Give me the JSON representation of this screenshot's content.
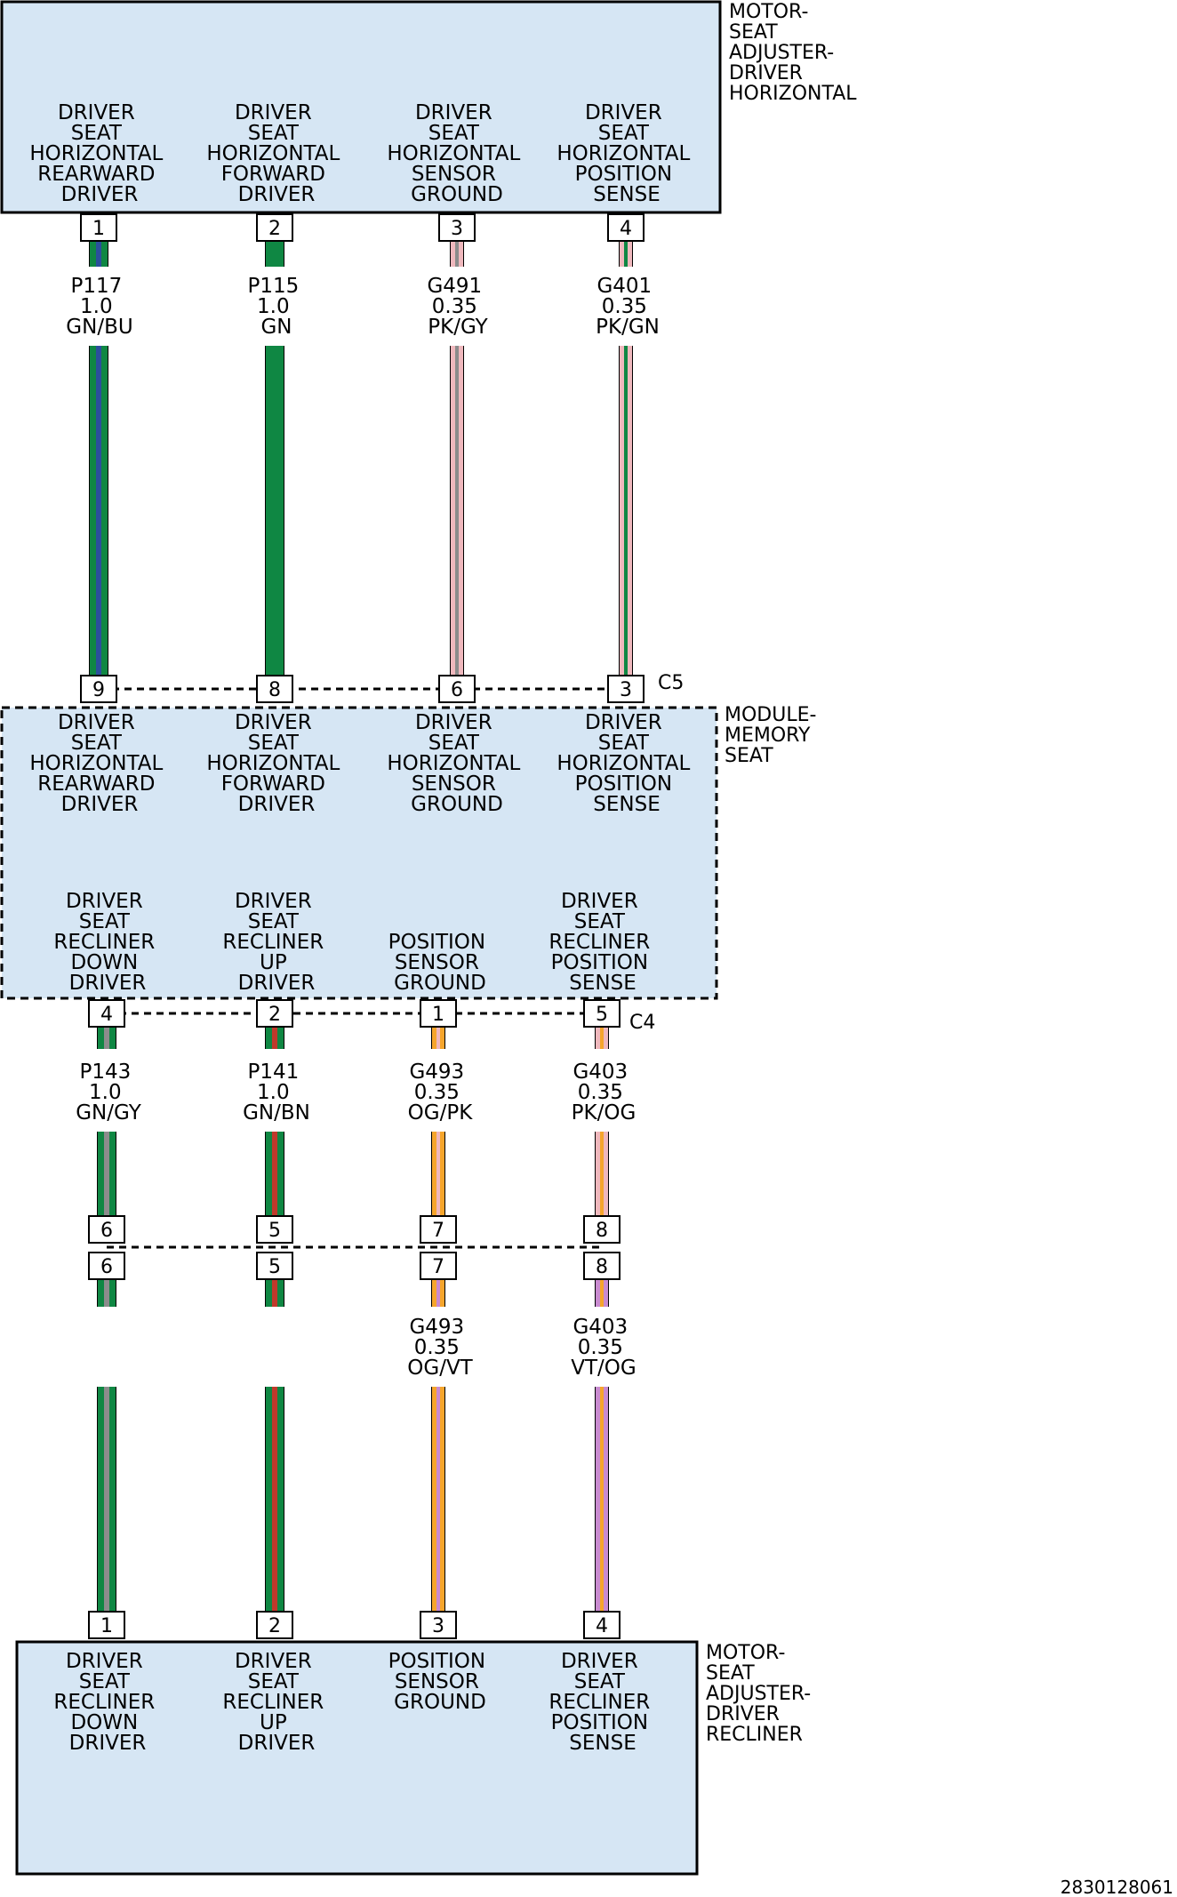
{
  "colors": {
    "module_fill": "#d6e6f4",
    "GN": "#0f8743",
    "BU": "#2b4f9c",
    "PK": "#efb8bd",
    "GY": "#8c8c8c",
    "OG": "#f6a52c",
    "BN": "#c0392b",
    "VT": "#c98bd0"
  },
  "components": {
    "horizontal_motor": {
      "name": [
        "MOTOR-",
        "SEAT",
        "ADJUSTER-",
        "DRIVER",
        "HORIZONTAL"
      ],
      "circuits": [
        [
          "DRIVER",
          "SEAT",
          "HORIZONTAL",
          "REARWARD",
          "DRIVER"
        ],
        [
          "DRIVER",
          "SEAT",
          "HORIZONTAL",
          "FORWARD",
          "DRIVER"
        ],
        [
          "DRIVER",
          "SEAT",
          "HORIZONTAL",
          "SENSOR",
          "GROUND"
        ],
        [
          "DRIVER",
          "SEAT",
          "HORIZONTAL",
          "POSITION",
          "SENSE"
        ]
      ],
      "pins": [
        "1",
        "2",
        "3",
        "4"
      ]
    },
    "memory_module": {
      "name": [
        "MODULE-",
        "MEMORY",
        "SEAT"
      ],
      "upper_circuits": [
        [
          "DRIVER",
          "SEAT",
          "HORIZONTAL",
          "REARWARD",
          "DRIVER"
        ],
        [
          "DRIVER",
          "SEAT",
          "HORIZONTAL",
          "FORWARD",
          "DRIVER"
        ],
        [
          "DRIVER",
          "SEAT",
          "HORIZONTAL",
          "SENSOR",
          "GROUND"
        ],
        [
          "DRIVER",
          "SEAT",
          "HORIZONTAL",
          "POSITION",
          "SENSE"
        ]
      ],
      "lower_circuits": [
        [
          "DRIVER",
          "SEAT",
          "RECLINER",
          "DOWN",
          "DRIVER"
        ],
        [
          "DRIVER",
          "SEAT",
          "RECLINER",
          "UP",
          "DRIVER"
        ],
        [
          "POSITION",
          "SENSOR",
          "GROUND"
        ],
        [
          "DRIVER",
          "SEAT",
          "RECLINER",
          "POSITION",
          "SENSE"
        ]
      ],
      "connector_c5": {
        "name": "C5",
        "pins": [
          "9",
          "8",
          "6",
          "3"
        ]
      },
      "connector_c4": {
        "name": "C4",
        "pins": [
          "4",
          "2",
          "1",
          "5"
        ]
      }
    },
    "inline_connector": {
      "upper_pins": [
        "6",
        "5",
        "7",
        "8"
      ],
      "lower_pins": [
        "6",
        "5",
        "7",
        "8"
      ]
    },
    "recliner_motor": {
      "name": [
        "MOTOR-",
        "SEAT",
        "ADJUSTER-",
        "DRIVER",
        "RECLINER"
      ],
      "circuits": [
        [
          "DRIVER",
          "SEAT",
          "RECLINER",
          "DOWN",
          "DRIVER"
        ],
        [
          "DRIVER",
          "SEAT",
          "RECLINER",
          "UP",
          "DRIVER"
        ],
        [
          "POSITION",
          "SENSOR",
          "GROUND"
        ],
        [
          "DRIVER",
          "SEAT",
          "RECLINER",
          "POSITION",
          "SENSE"
        ]
      ],
      "pins": [
        "1",
        "2",
        "3",
        "4"
      ]
    }
  },
  "wires": {
    "upper": [
      {
        "circuit": "P117",
        "gauge": "1.0",
        "color_code": "GN/BU",
        "base": "GN",
        "stripe": "BU"
      },
      {
        "circuit": "P115",
        "gauge": "1.0",
        "color_code": "GN",
        "base": "GN",
        "stripe": null
      },
      {
        "circuit": "G491",
        "gauge": "0.35",
        "color_code": "PK/GY",
        "base": "PK",
        "stripe": "GY"
      },
      {
        "circuit": "G401",
        "gauge": "0.35",
        "color_code": "PK/GN",
        "base": "PK",
        "stripe": "GN"
      }
    ],
    "middle": [
      {
        "circuit": "P143",
        "gauge": "1.0",
        "color_code": "GN/GY",
        "base": "GN",
        "stripe": "GY"
      },
      {
        "circuit": "P141",
        "gauge": "1.0",
        "color_code": "GN/BN",
        "base": "GN",
        "stripe": "BN"
      },
      {
        "circuit": "G493",
        "gauge": "0.35",
        "color_code": "OG/PK",
        "base": "OG",
        "stripe": "PK"
      },
      {
        "circuit": "G403",
        "gauge": "0.35",
        "color_code": "PK/OG",
        "base": "PK",
        "stripe": "OG"
      }
    ],
    "lower": [
      {
        "circuit": "",
        "gauge": "",
        "color_code": "",
        "base": "GN",
        "stripe": "GY"
      },
      {
        "circuit": "",
        "gauge": "",
        "color_code": "",
        "base": "GN",
        "stripe": "BN"
      },
      {
        "circuit": "G493",
        "gauge": "0.35",
        "color_code": "OG/VT",
        "base": "OG",
        "stripe": "VT"
      },
      {
        "circuit": "G403",
        "gauge": "0.35",
        "color_code": "VT/OG",
        "base": "VT",
        "stripe": "OG"
      }
    ]
  },
  "document_id": "2830128061"
}
